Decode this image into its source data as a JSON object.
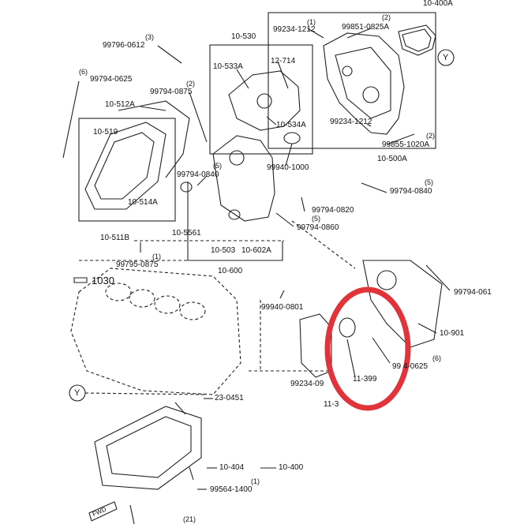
{
  "diagram": {
    "parts": [
      {
        "id": "p10_400A",
        "text": "10-400A"
      },
      {
        "id": "p99234_1212_top",
        "text": "99234-1212",
        "qty": "(1)"
      },
      {
        "id": "p99851_0825A",
        "text": "99851-0825A",
        "qty": "(2)"
      },
      {
        "id": "p10_530",
        "text": "10-530"
      },
      {
        "id": "p99796_0612",
        "text": "99796-0612",
        "qty": "(3)"
      },
      {
        "id": "p10_533A",
        "text": "10-533A"
      },
      {
        "id": "p12_714",
        "text": "12-714"
      },
      {
        "id": "p99794_0625",
        "text": "99794-0625",
        "qty": "(6)"
      },
      {
        "id": "p99794_0875",
        "text": "99794-0875",
        "qty": "(2)"
      },
      {
        "id": "p10_512A",
        "text": "10-512A"
      },
      {
        "id": "p10_534A",
        "text": "10-534A"
      },
      {
        "id": "p99234_1212_mid",
        "text": "99234-1212"
      },
      {
        "id": "p99855_1020A",
        "text": "99855-1020A",
        "qty": "(2)"
      },
      {
        "id": "p10_519",
        "text": "10-519"
      },
      {
        "id": "p99940_1000",
        "text": "99940-1000"
      },
      {
        "id": "p10_500A",
        "text": "10-500A"
      },
      {
        "id": "p99794_0840_left",
        "text": "99794-0840",
        "qty": "(5)"
      },
      {
        "id": "p99794_0840_right",
        "text": "99794-0840",
        "qty": "(5)"
      },
      {
        "id": "p10_514A",
        "text": "10-514A"
      },
      {
        "id": "p99794_0820",
        "text": "99794-0820"
      },
      {
        "id": "p99794_0860",
        "text": "99794-0860",
        "qty": "(5)"
      },
      {
        "id": "p10_5561",
        "text": "10-5561"
      },
      {
        "id": "p10_511B",
        "text": "10-511B"
      },
      {
        "id": "p10_503",
        "text": "10-503"
      },
      {
        "id": "p10_602A",
        "text": "10-602A"
      },
      {
        "id": "p99795_0875",
        "text": "99795-0875",
        "qty": "(1)"
      },
      {
        "id": "p10_600",
        "text": "10-600"
      },
      {
        "id": "p1030",
        "text": "1030"
      },
      {
        "id": "p99794_061",
        "text": "99794-061"
      },
      {
        "id": "p99940_0801",
        "text": "99940-0801"
      },
      {
        "id": "p10_901",
        "text": "10-901"
      },
      {
        "id": "p99_4_0625",
        "text": "99  4-0625",
        "qty": "(6)"
      },
      {
        "id": "p11_399",
        "text": "11-399"
      },
      {
        "id": "p99234_09",
        "text": "99234-09"
      },
      {
        "id": "p11_3",
        "text": "11-3"
      },
      {
        "id": "p23_0451",
        "text": "23-0451"
      },
      {
        "id": "p10_404",
        "text": "10-404"
      },
      {
        "id": "p10_400",
        "text": "10-400"
      },
      {
        "id": "p99564_1400",
        "text": "99564-1400",
        "qty": "(1)"
      },
      {
        "id": "p21",
        "text": "(21)"
      }
    ],
    "markers": {
      "y_ref": "Y",
      "fwd": "FWD"
    },
    "highlight_color": "#e0333a",
    "line_color": "#222222"
  }
}
